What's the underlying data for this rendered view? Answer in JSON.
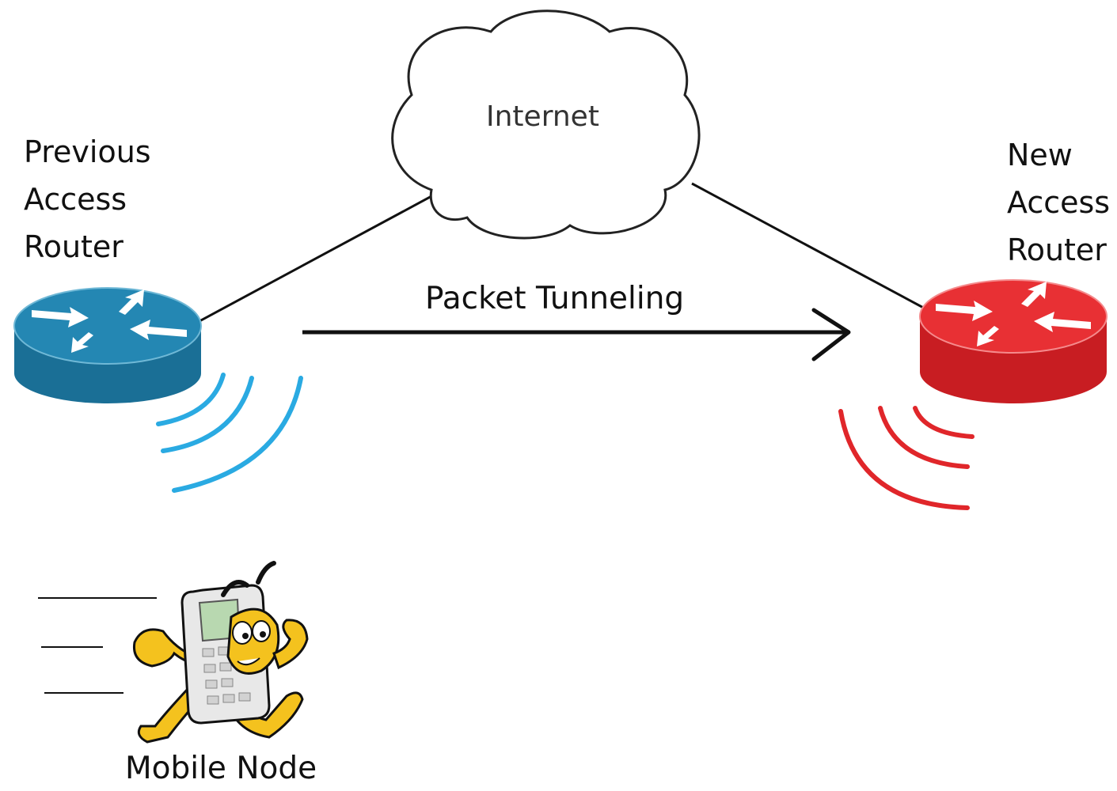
{
  "internet": {
    "label": "Internet"
  },
  "previous_router": {
    "lines": [
      "Previous",
      "Access",
      "Router"
    ],
    "color": "#1f84ad"
  },
  "new_router": {
    "lines": [
      "New",
      "Access",
      "Router"
    ],
    "color": "#e0262a"
  },
  "tunnel": {
    "label": "Packet Tunneling"
  },
  "mobile_node": {
    "label": "Mobile Node"
  },
  "colors": {
    "line": "#111111",
    "cloud_fill": "#ffffff",
    "cloud_stroke": "#222222",
    "wireless_previous": "#2aaae2",
    "wireless_new": "#e0262a",
    "mascot_body": "#f4c21e",
    "phone_body": "#e8e8e8",
    "phone_screen": "#b8d8b0"
  },
  "icons": {
    "cloud": "cloud-icon",
    "router": "router-icon",
    "phone_mascot": "running-phone-icon",
    "wireless": "wireless-waves-icon"
  }
}
